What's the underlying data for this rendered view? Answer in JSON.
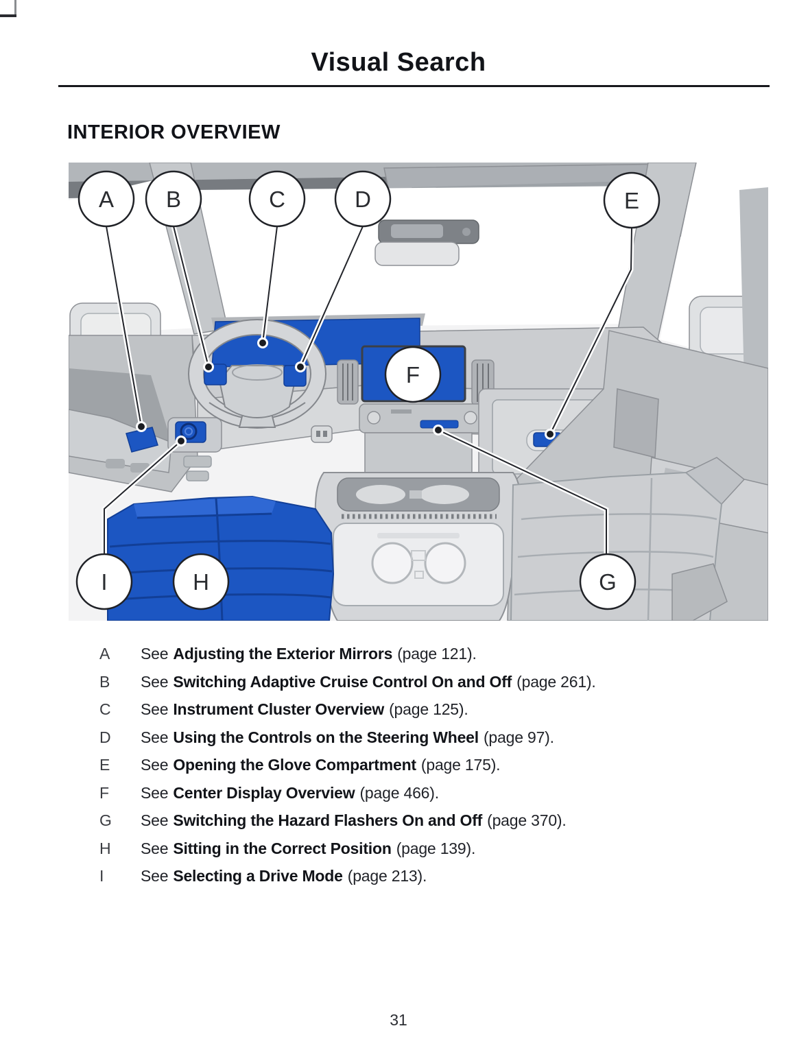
{
  "page": {
    "title": "Visual Search",
    "section_heading": "INTERIOR OVERVIEW",
    "page_number": "31"
  },
  "figure": {
    "description": "Vehicle interior overview illustration with highlighted components and lettered callouts",
    "highlight_color": "#1c56c2",
    "callouts": [
      {
        "label": "A",
        "target": "exterior-mirror-control"
      },
      {
        "label": "B",
        "target": "adaptive-cruise-control-switches"
      },
      {
        "label": "C",
        "target": "instrument-cluster"
      },
      {
        "label": "D",
        "target": "steering-wheel-controls"
      },
      {
        "label": "E",
        "target": "glove-compartment"
      },
      {
        "label": "F",
        "target": "center-display"
      },
      {
        "label": "G",
        "target": "hazard-flashers-switch"
      },
      {
        "label": "H",
        "target": "driver-seat"
      },
      {
        "label": "I",
        "target": "drive-mode-control"
      }
    ]
  },
  "legend": {
    "see_label": "See",
    "items": [
      {
        "letter": "A",
        "topic": "Adjusting the Exterior Mirrors",
        "page_ref": "(page 121)."
      },
      {
        "letter": "B",
        "topic": "Switching Adaptive Cruise Control On and Off",
        "page_ref": "(page 261)."
      },
      {
        "letter": "C",
        "topic": "Instrument Cluster Overview",
        "page_ref": "(page 125)."
      },
      {
        "letter": "D",
        "topic": "Using the Controls on the Steering Wheel",
        "page_ref": "(page 97)."
      },
      {
        "letter": "E",
        "topic": "Opening the Glove Compartment",
        "page_ref": "(page 175)."
      },
      {
        "letter": "F",
        "topic": "Center Display Overview",
        "page_ref": "(page 466)."
      },
      {
        "letter": "G",
        "topic": "Switching the Hazard Flashers On and Off",
        "page_ref": "(page 370)."
      },
      {
        "letter": "H",
        "topic": "Sitting in the Correct Position",
        "page_ref": "(page 139)."
      },
      {
        "letter": "I",
        "topic": "Selecting a Drive Mode",
        "page_ref": "(page 213)."
      }
    ]
  }
}
